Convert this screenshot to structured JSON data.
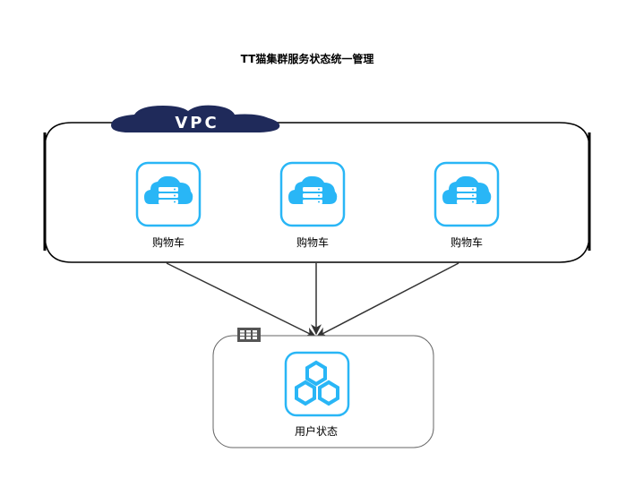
{
  "diagram": {
    "title": "TT猫集群服务状态统一管理",
    "vpc": {
      "label": "VPC"
    },
    "services": [
      {
        "label": "购物车"
      },
      {
        "label": "购物车"
      },
      {
        "label": "购物车"
      }
    ],
    "target": {
      "label": "用户状态"
    }
  },
  "colors": {
    "accent": "#29b6f6",
    "cloud_dark": "#1f2a5a",
    "line": "#333333",
    "border": "#000000",
    "group_border": "#666666"
  },
  "icons": {
    "service": "cloud-server-icon",
    "target": "hexagon-cluster-icon",
    "group": "server-rack-icon"
  }
}
